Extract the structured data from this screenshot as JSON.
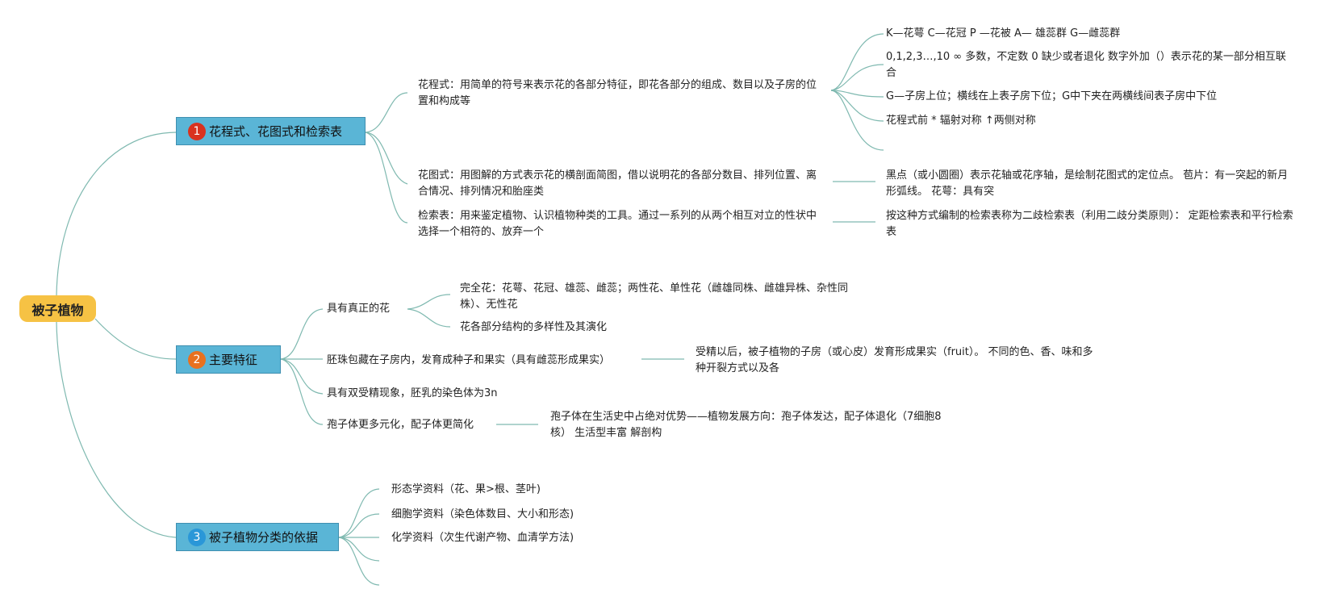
{
  "root": "被子植物",
  "branches": [
    {
      "number": "1",
      "number_color": "#d9321f",
      "label": "花程式、花图式和检索表",
      "items": [
        {
          "text": "花程式：用简单的符号来表示花的各部分特征，即花各部分的组成、数目以及子房的位置和构成等",
          "details": [
            "K—花萼 C—花冠 P —花被 A— 雄蕊群 G—雌蕊群",
            "0,1,2,3…,10 ∞ 多数，不定数 0 缺少或者退化 数字外加（）表示花的某一部分相互联合",
            "G—子房上位；横线在上表子房下位；G中下夹在两横线间表子房中下位",
            "花程式前 * 辐射对称 ↑两侧对称",
            ""
          ]
        },
        {
          "text": "花图式：用图解的方式表示花的横剖面简图，借以说明花的各部分数目、排列位置、离合情况、排列情况和胎座类",
          "details": [
            "黑点（或小圆圈）表示花轴或花序轴，是绘制花图式的定位点。 苞片：有一突起的新月形弧线。 花萼：具有突"
          ]
        },
        {
          "text": "检索表：用来鉴定植物、认识植物种类的工具。通过一系列的从两个相互对立的性状中选择一个相符的、放弃一个",
          "details": [
            "按这种方式编制的检索表称为二歧检索表（利用二歧分类原则）： 定距检索表和平行检索表"
          ]
        }
      ]
    },
    {
      "number": "2",
      "number_color": "#e8711f",
      "label": "主要特征",
      "items": [
        {
          "text": "具有真正的花",
          "details": [
            "完全花：花萼、花冠、雄蕊、雌蕊；两性花、单性花（雌雄同株、雌雄异株、杂性同株）、无性花",
            "花各部分结构的多样性及其演化"
          ]
        },
        {
          "text": "胚珠包藏在子房内，发育成种子和果实（具有雌蕊形成果实）",
          "details": [
            "受精以后，被子植物的子房（或心皮）发育形成果实（fruit）。 不同的色、香、味和多种开裂方式以及各"
          ]
        },
        {
          "text": "具有双受精现象，胚乳的染色体为3n",
          "details": []
        },
        {
          "text": "孢子体更多元化，配子体更简化",
          "details": [
            "孢子体在生活史中占绝对优势——植物发展方向：孢子体发达，配子体退化（7细胞8核） 生活型丰富 解剖构"
          ]
        }
      ]
    },
    {
      "number": "3",
      "number_color": "#2a97d8",
      "label": "被子植物分类的依据",
      "items": [
        {
          "text": "形态学资料（花、果>根、茎叶)",
          "details": []
        },
        {
          "text": "细胞学资料（染色体数目、大小和形态)",
          "details": []
        },
        {
          "text": "化学资料（次生代谢产物、血清学方法)",
          "details": []
        },
        {
          "text": "",
          "details": []
        },
        {
          "text": "",
          "details": []
        }
      ]
    }
  ],
  "colors": {
    "root": "#f6c244",
    "branch": "#5ab5d6",
    "line": "#7fb9b0"
  }
}
